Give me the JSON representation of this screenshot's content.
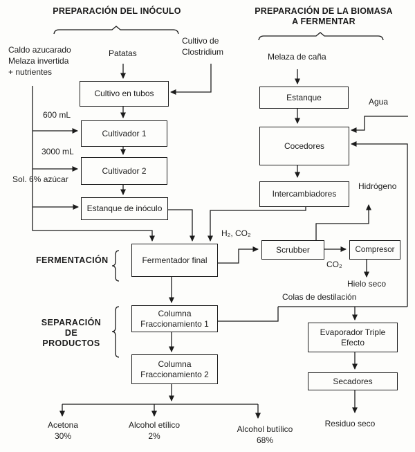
{
  "diagram": {
    "headers": {
      "inoculo": "PREPARACIÓN DEL INÓCULO",
      "biomasa_line1": "PREPARACIÓN DE LA BIOMASA",
      "biomasa_line2": "A FERMENTAR"
    },
    "sections": {
      "fermentacion": "FERMENTACIÓN",
      "separacion_line1": "SEPARACIÓN",
      "separacion_line2": "DE",
      "separacion_line3": "PRODUCTOS"
    },
    "inputs": {
      "caldo_line1": "Caldo azucarado",
      "caldo_line2": "Melaza invertida",
      "caldo_line3": "+ nutrientes",
      "patatas": "Patatas",
      "clostridium_line1": "Cultivo de",
      "clostridium_line2": "Clostridium",
      "melaza": "Melaza de caña",
      "agua": "Agua"
    },
    "boxes": {
      "cultivo_tubos": "Cultivo en tubos",
      "cultivador1": "Cultivador 1",
      "cultivador2": "Cultivador 2",
      "estanque_inoculo": "Estanque de inóculo",
      "fermentador": "Fermentador final",
      "col_frac1_line1": "Columna",
      "col_frac1_line2": "Fraccionamiento 1",
      "col_frac2_line1": "Columna",
      "col_frac2_line2": "Fraccionamiento 2",
      "estanque": "Estanque",
      "cocedores": "Cocedores",
      "intercambiadores": "Intercambiadores",
      "scrubber": "Scrubber",
      "compresor": "Compresor",
      "evaporador_line1": "Evaporador Triple",
      "evaporador_line2": "Efecto",
      "secadores": "Secadores"
    },
    "stream_labels": {
      "vol600": "600 mL",
      "vol3000": "3000 mL",
      "sol_azucar": "Sol. 6% azúcar",
      "h2_co2": "H₂, CO₂",
      "co2": "CO₂",
      "hidrogeno": "Hidrógeno",
      "hielo_seco": "Hielo seco",
      "colas": "Colas de destilación",
      "residuo_seco": "Residuo seco"
    },
    "products": {
      "acetona": "Acetona",
      "acetona_pct": "30%",
      "etilico": "Alcohol etílico",
      "etilico_pct": "2%",
      "butilico": "Alcohol butílico",
      "butilico_pct": "68%"
    },
    "colors": {
      "ink": "#1b1b1b",
      "background": "#fdfdfb"
    }
  }
}
